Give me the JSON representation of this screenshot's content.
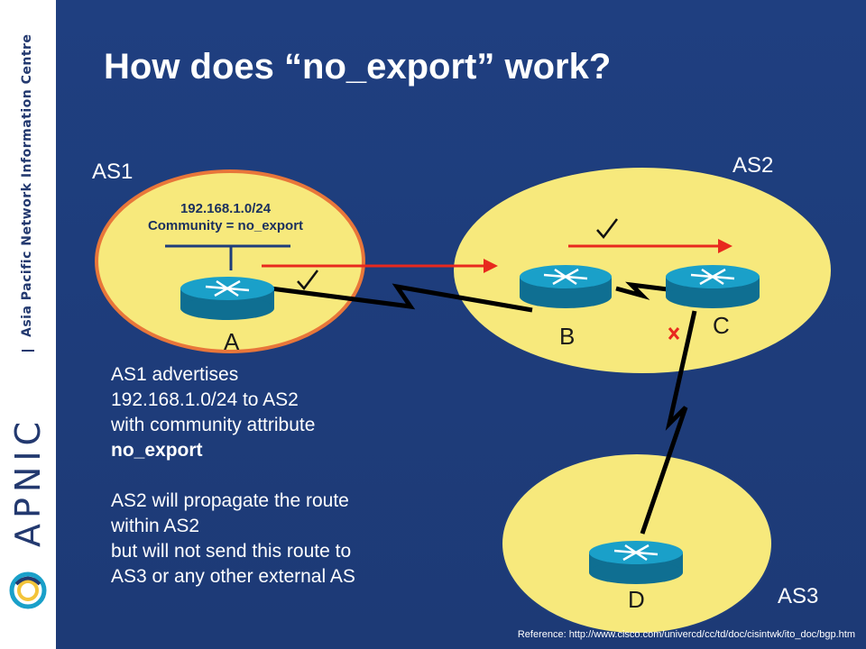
{
  "title": "How does “no_export” work?",
  "sidebar": {
    "org_name": "Asia Pacific Network Information Centre",
    "brand": "APNIC"
  },
  "diagram": {
    "as1_label": "AS1",
    "as2_label": "AS2",
    "as3_label": "AS3",
    "prefix_line1": "192.168.1.0/24",
    "prefix_line2": "Community = no_export",
    "router_a": "A",
    "router_b": "B",
    "router_c": "C",
    "router_d": "D",
    "colors": {
      "ellipse_fill": "#f7e97c",
      "ellipse_border": "#e8763a",
      "arrow": "#e8281e",
      "router": "#1aa0c9"
    }
  },
  "description": {
    "p1_line1": "AS1 advertises",
    "p1_line2": "192.168.1.0/24 to AS2",
    "p1_line3": "with community attribute",
    "p1_line4": "no_export",
    "p2_line1": "AS2 will propagate the route",
    "p2_line2": "within AS2",
    "p2_line3": "but will not send this route to",
    "p2_line4": "AS3 or any other external AS"
  },
  "reference": "Reference: http://www.cisco.com/univercd/cc/td/doc/cisintwk/ito_doc/bgp.htm"
}
